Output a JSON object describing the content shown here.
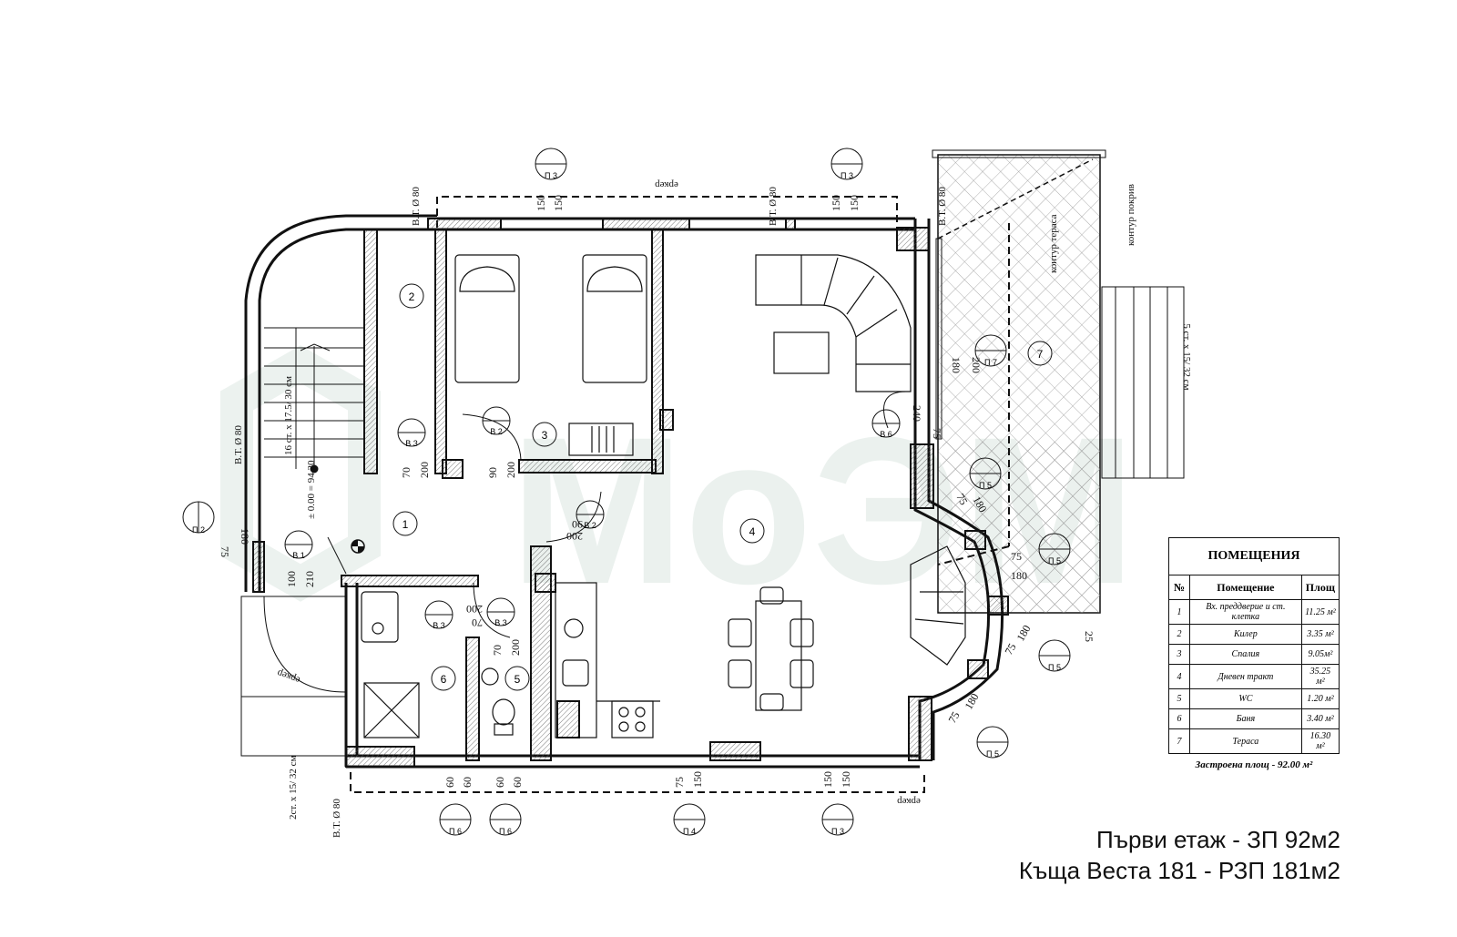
{
  "watermark": "MoЭM",
  "caption": {
    "line1": "Първи етаж - ЗП 92м2",
    "line2": "Къща Веста 181 - РЗП 181м2"
  },
  "legend": {
    "title": "ПОМЕЩЕНИЯ",
    "headers": [
      "№",
      "Помещение",
      "Площ"
    ],
    "rows": [
      {
        "no": "1",
        "name": "Вх. преддверие и ст. клетка",
        "area": "11.25 м²"
      },
      {
        "no": "2",
        "name": "Килер",
        "area": "3.35 м²"
      },
      {
        "no": "3",
        "name": "Спалия",
        "area": "9.05м²"
      },
      {
        "no": "4",
        "name": "Дневен тракт",
        "area": "35.25 м²"
      },
      {
        "no": "5",
        "name": "WC",
        "area": "1.20 м²"
      },
      {
        "no": "6",
        "name": "Баня",
        "area": "3.40 м²"
      },
      {
        "no": "7",
        "name": "Тераса",
        "area": "16.30 м²"
      }
    ],
    "total": "Застроена площ - 92.00 м²"
  },
  "labels": {
    "room_numbers": [
      "1",
      "2",
      "3",
      "4",
      "5",
      "6",
      "7"
    ],
    "eaves": "еркер",
    "downpipe": "В.Т. Ø 80",
    "stairs_inner": "16 ст. х 17.5/ 30 см",
    "stairs_entry": "2ст. х 15/ 32 см",
    "stairs_terrace": "5 ст. х 15/ 32 см",
    "terrace_contour": "контур тераса",
    "roof_contour": "контур покрив",
    "level": "± 0.00 = 94.20",
    "window_p3": "П 3",
    "window_p6": "П 6",
    "window_p4": "П 4",
    "window_p2": "П 2",
    "window_p5": "П 5",
    "window_p7": "П 7",
    "door_b1": "В 1",
    "door_b2": "В 2",
    "door_b3": "В 3",
    "door_b6": "В 6",
    "dims": [
      "150",
      "60",
      "75",
      "180",
      "200",
      "70",
      "90",
      "210",
      "100",
      "240",
      "25"
    ]
  }
}
